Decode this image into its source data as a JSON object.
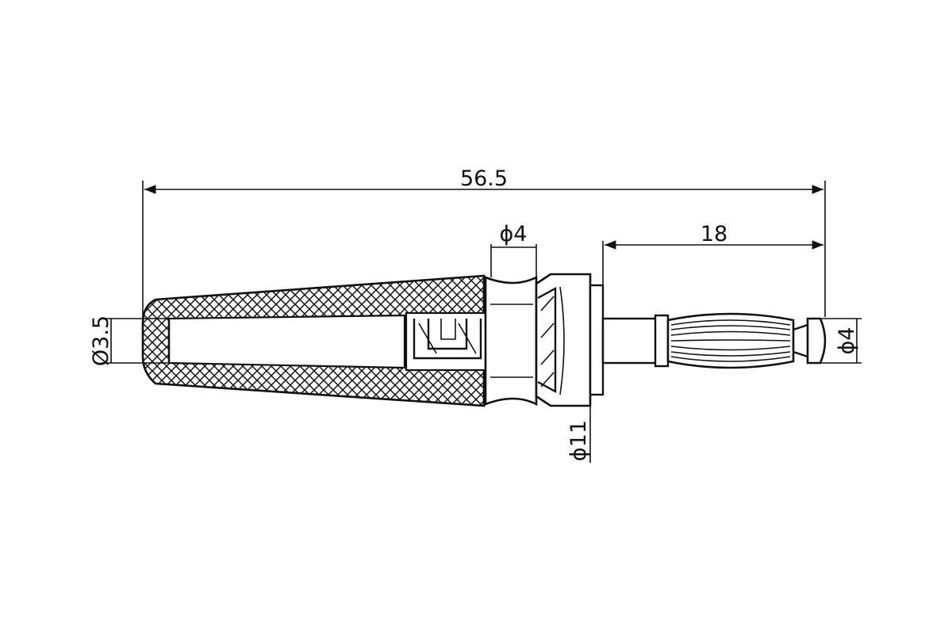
{
  "dimensions": {
    "overall_length": "56.5",
    "collar_diameter": "ϕ4",
    "pin_length": "18",
    "socket_diameter": "Ø3.5",
    "pin_diameter": "ϕ4",
    "flange_diameter": "ϕ11"
  },
  "colors": {
    "line": "#111111",
    "background": "#ffffff"
  }
}
